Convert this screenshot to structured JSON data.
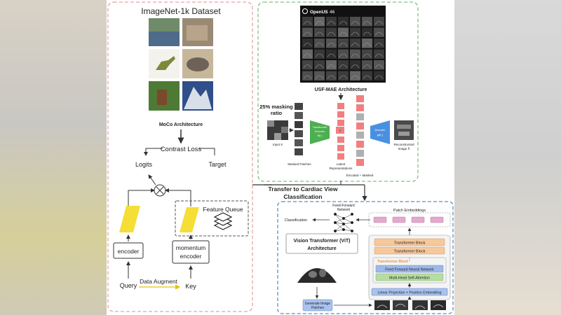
{
  "moco": {
    "title": "ImageNet-1k Dataset",
    "arch": "MoCo Architecture",
    "loss": "Contrast Loss",
    "logits": "Logits",
    "target": "Target",
    "feature_queue": "Feature Queue",
    "encoder": "encoder",
    "momentum_encoder_1": "momentum",
    "momentum_encoder_2": "encoder",
    "query": "Query",
    "augment": "Data Augment",
    "key": "Key",
    "colors": {
      "border": "#e8a3a6",
      "encoder_fill": "#f5de36"
    }
  },
  "usf": {
    "brand": "OpenUS",
    "brand_number": "46",
    "arch": "USF-MAE Architecture",
    "masking_1": "25% masking",
    "masking_2": "ratio",
    "input": "Input X",
    "masked_patches": "Masked Patches",
    "encoder_1": "Transformer",
    "encoder_2": "Encoder",
    "encoder_3": "fθ(·)",
    "z": "z",
    "latent_1": "Latent",
    "latent_2": "Representations",
    "decoder_1": "Decoder",
    "decoder_2": "gθ(·)",
    "recon_1": "Reconstructed",
    "recon_2": "Image X̂",
    "encoded_masked": "Encoded + Masked",
    "colors": {
      "border": "#7cc47f",
      "encoder": "#4caf50",
      "decoder": "#4a90e2",
      "token": "#f08080"
    }
  },
  "transfer": {
    "line1": "Transfer to Cardiac View",
    "line2": "Classification"
  },
  "vit": {
    "ffn_1": "Feed-Forward",
    "ffn_2": "Network",
    "patch_embeddings": "Patch Embeddings",
    "classification": "Classification",
    "title_1": "Vision Transformer (ViT)",
    "title_2": "Architecture",
    "block_1": "Transformer Block",
    "block_2": "Transformer Block",
    "block_dots": "⋮",
    "block_detail": "Transformer Block",
    "ffnn": "Feed Forward Neural Network",
    "mhsa": "Multi-Head Self-Attention",
    "linear_proj": "Linear Projection + Position Embedding",
    "generate_1": "Generate Image",
    "generate_2": "Patches",
    "colors": {
      "border": "#5b8ec7",
      "block": "#f6c89a",
      "ffnn": "#9db8ea",
      "mhsa": "#b7dca1",
      "embed": "#e5a8cf"
    }
  }
}
